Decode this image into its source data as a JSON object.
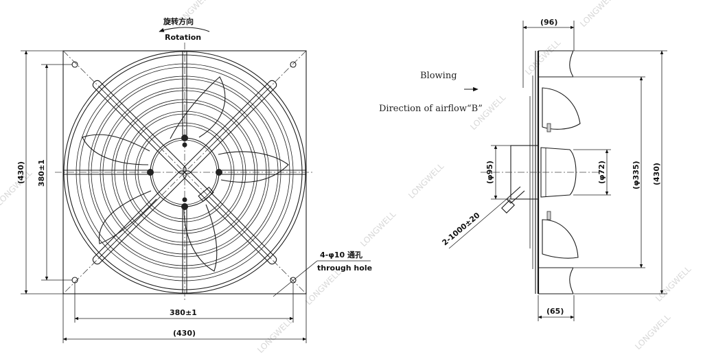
{
  "front_view": {
    "rotation_cn": "旋转方向",
    "rotation_en": "Rotation",
    "width_inner": "380±1",
    "width_outer": "(430)",
    "height_inner": "380±1",
    "height_outer": "(430)",
    "hole_cn": "4-φ10 通孔",
    "hole_en": "through hole"
  },
  "side_view": {
    "blowing": "Blowing",
    "airflow": "Direction of airflow“B”",
    "depth_top": "(96)",
    "depth_bottom": "(65)",
    "dia_95": "(φ95)",
    "dia_72": "(φ72)",
    "dia_335": "(φ335)",
    "height": "(430)",
    "cable": "2-1000±20"
  },
  "watermark": "LONGWELL"
}
